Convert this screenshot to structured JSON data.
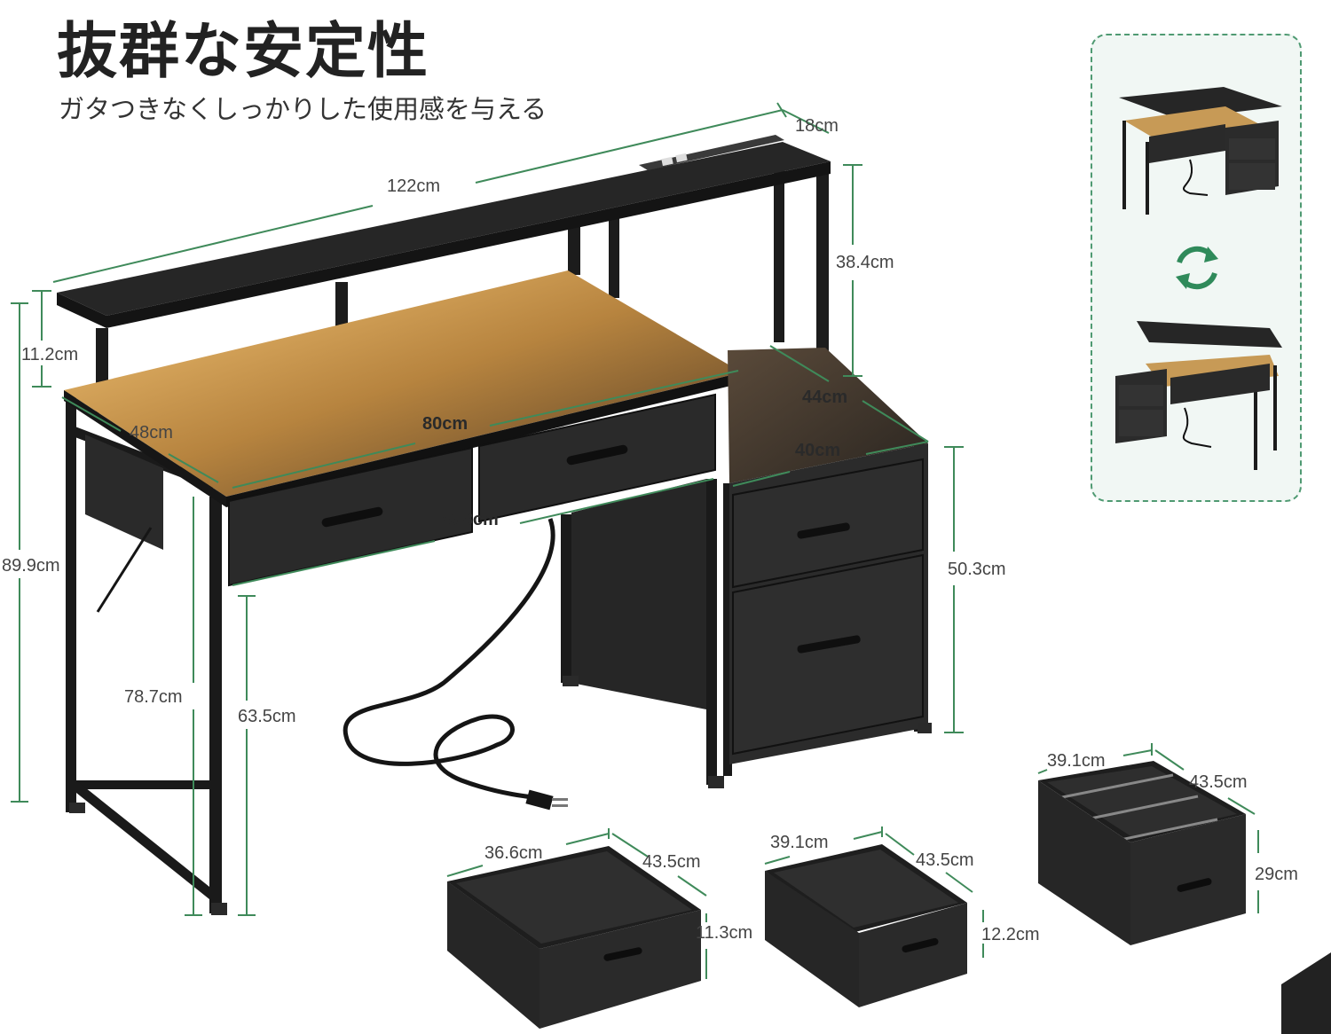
{
  "title": "抜群な安定性",
  "subtitle": "ガタつきなくしっかりした使用感を与える",
  "icons": {
    "swap": "rotate-swap-icon"
  },
  "colors": {
    "accent": "#3f8a5a",
    "desk": "#1c1c1c",
    "light": "#f3b257",
    "inset_bg": "#f1f7f4"
  },
  "dimensions": {
    "hutch_width": "122cm",
    "hutch_depth": "18cm",
    "hutch_height": "38.4cm",
    "hutch_leg": "11.2cm",
    "desk_depth": "48cm",
    "desktop_width": "80cm",
    "under_width": "75.8cm",
    "cabinet_depth": "44cm",
    "cabinet_width": "40cm",
    "cabinet_height": "50.3cm",
    "total_height": "89.9cm",
    "desk_height": "78.7cm",
    "knee_height": "63.5cm"
  },
  "drawers": [
    {
      "width": "36.6cm",
      "depth": "43.5cm",
      "height": "11.3cm"
    },
    {
      "width": "39.1cm",
      "depth": "43.5cm",
      "height": "12.2cm"
    },
    {
      "width": "39.1cm",
      "depth": "43.5cm",
      "height": "29cm"
    }
  ]
}
